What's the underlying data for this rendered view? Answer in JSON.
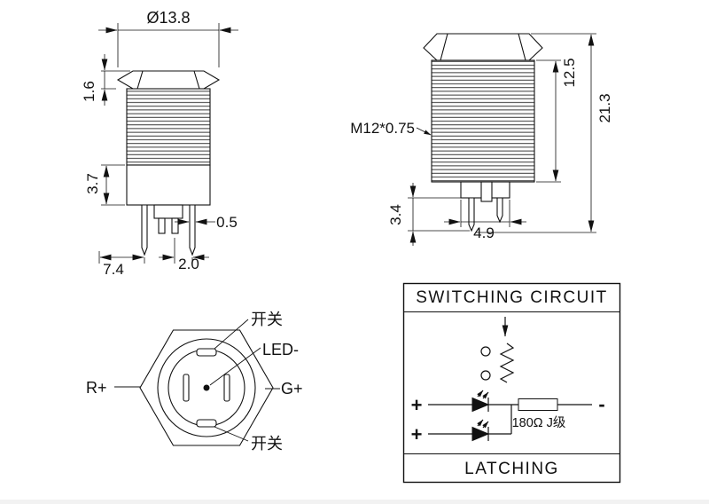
{
  "page": {
    "background": "#ffffff",
    "line_color": "#111111"
  },
  "front_view": {
    "dims": {
      "diameter": "Ø13.8",
      "head_height": "1.6",
      "collar_height": "3.7",
      "pin_width": "0.5",
      "pin_offset": "7.4",
      "pin_pitch": "2.0"
    }
  },
  "side_view": {
    "thread_spec": "M12*0.75",
    "dims": {
      "thread_length": "12.5",
      "total_length": "21.3",
      "terminal_length": "3.4",
      "terminal_block_width": "4.9"
    }
  },
  "pinout_view": {
    "labels": {
      "top": "开关",
      "led_negative": "LED-",
      "red_positive": "R+",
      "green_positive": "G+",
      "bottom": "开关"
    }
  },
  "circuit_panel": {
    "title": "SWITCHING CIRCUIT",
    "footer": "LATCHING",
    "plus_row1": "+",
    "plus_row2": "+",
    "minus": "-",
    "resistor_label": "180Ω J级"
  }
}
